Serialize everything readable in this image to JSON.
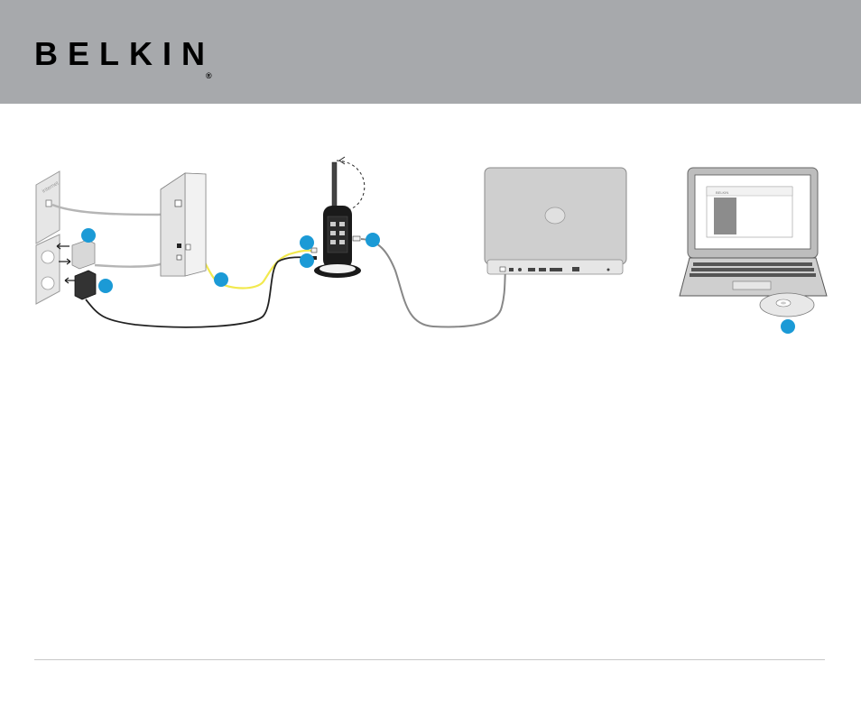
{
  "brand": {
    "name": "BELKIN",
    "registered": "®"
  },
  "diagram": {
    "wall_label": "internet",
    "callouts": [
      "",
      "",
      "",
      "",
      "",
      "",
      ""
    ],
    "screen_window_title": "BELKIN",
    "callout_color": "#1b9ad6",
    "ethernet_cable_color": "#f2e94e"
  }
}
